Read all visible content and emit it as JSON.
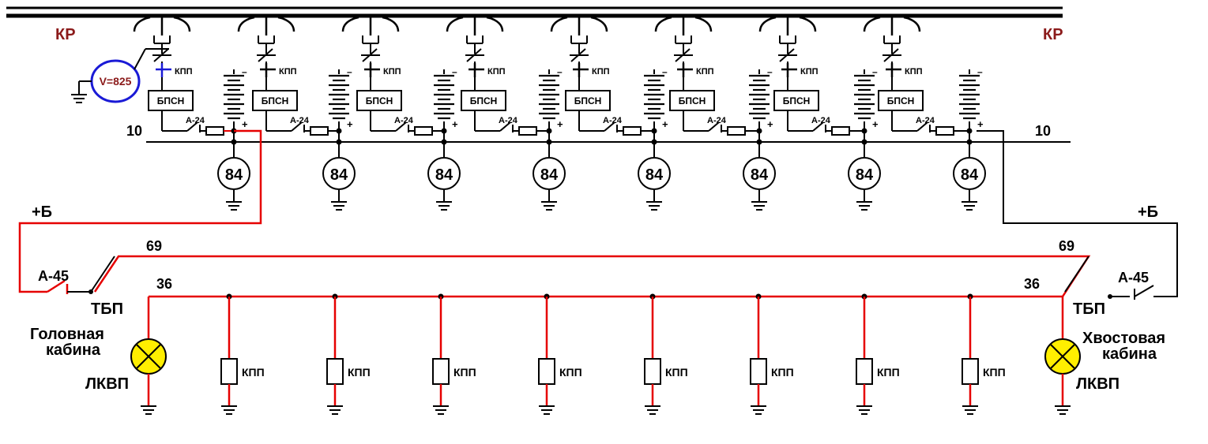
{
  "labels": {
    "bus_left": "КР",
    "bus_right": "КР",
    "wire10_left": "10",
    "wire10_right": "10",
    "plusb_left": "+Б",
    "plusb_right": "+Б",
    "wire69_left": "69",
    "wire69_right": "69",
    "wire36_left": "36",
    "wire36_right": "36",
    "breaker_left": "А-45",
    "breaker_right": "А-45",
    "tbp_left": "ТБП",
    "tbp_right": "ТБП",
    "head_cab_line1": "Головная",
    "head_cab_line2": "кабина",
    "tail_cab_line1": "Хвостовая",
    "tail_cab_line2": "кабина",
    "lamp_left": "ЛКВП",
    "lamp_right": "ЛКВП",
    "voltmeter": "V=825"
  },
  "unit": {
    "contact_label": "КПП",
    "block_label": "БПСН",
    "switch_label": "А-24",
    "meter_label": "84",
    "batt_minus": "–",
    "batt_plus": "+"
  },
  "bottom_relay_label": "КПП",
  "unit_count": 8,
  "colors": {
    "wire": "#000000",
    "highlight": "#e60000",
    "bus_label": "#8b1a1a",
    "voltmeter_ring": "#1a1ad6",
    "voltmeter_text": "#8b1a1a",
    "lamp_fill": "#ffee00"
  }
}
